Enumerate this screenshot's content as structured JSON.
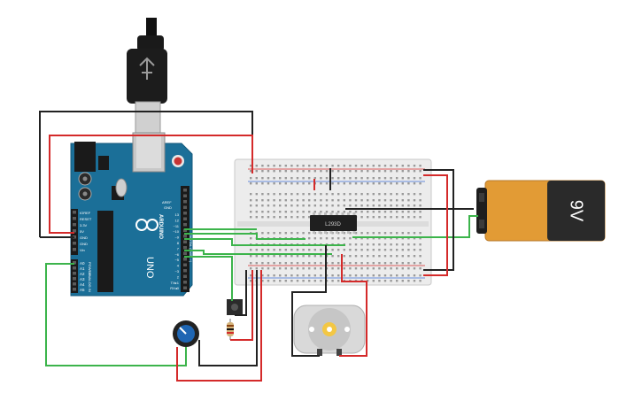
{
  "colors": {
    "wire_black": "#222222",
    "wire_red": "#d42a2a",
    "wire_green": "#3cb44b",
    "arduino_blue": "#1b6f98",
    "breadboard": "#e9e9e9",
    "battery_orange": "#f0a030",
    "battery_black": "#262626",
    "knob_blue": "#1f66b3"
  },
  "arduino": {
    "brand": "ARDUINO",
    "model": "UNO",
    "aref_label": "AREF",
    "gnd_label": "GND",
    "digital_pins": [
      "13",
      "12",
      "~11",
      "~10",
      "~9",
      "8",
      "7",
      "~6",
      "~5",
      "4",
      "~3",
      "2",
      "TX▸1",
      "RX◂0"
    ],
    "digital_label": "DIGITAL (PWM ~)",
    "power_pins": [
      "IOREF",
      "RESET",
      "3.3V",
      "5V",
      "GND",
      "GND",
      "Vin"
    ],
    "power_label": "POWER",
    "analog_pins": [
      "A0",
      "A1",
      "A2",
      "A3",
      "A4",
      "A5"
    ],
    "analog_label": "ANALOG IN"
  },
  "chip": {
    "label": "L293D"
  },
  "battery": {
    "label": "9V"
  }
}
